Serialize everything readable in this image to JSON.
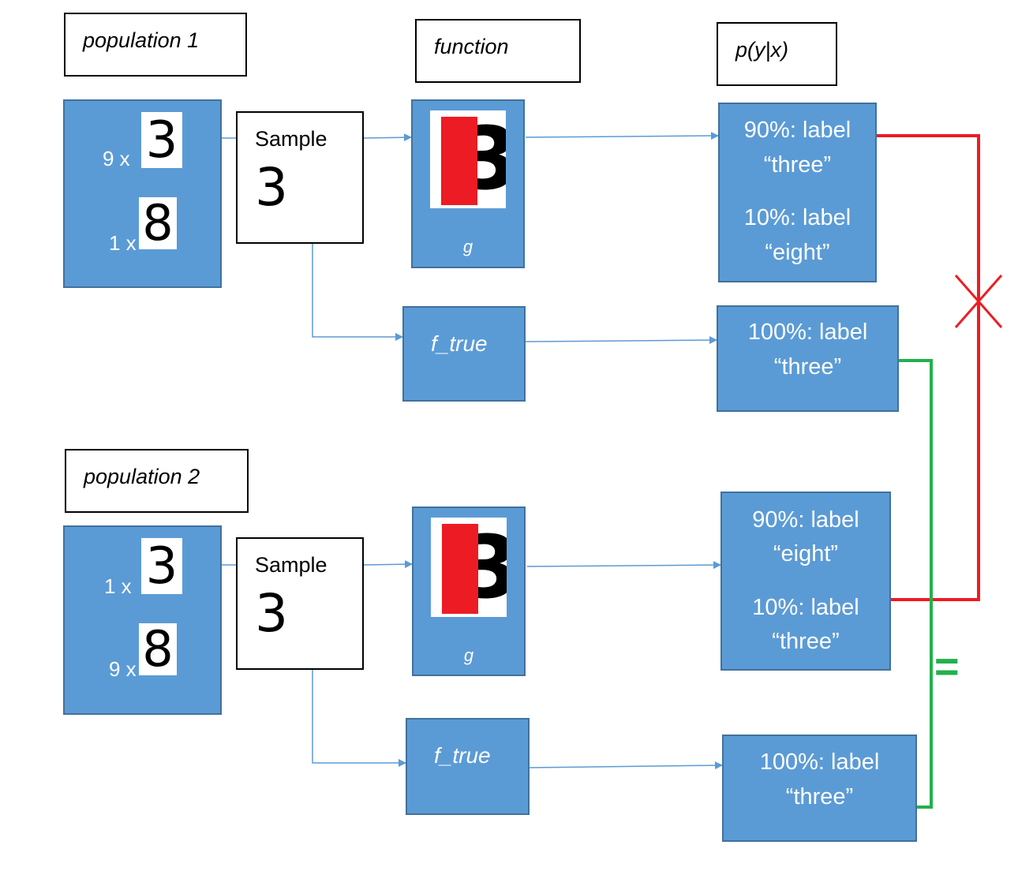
{
  "headers": {
    "population1": "population 1",
    "function": "function",
    "pyx": "p(y|x)",
    "population2": "population 2"
  },
  "population1": {
    "row1_count": "9 x",
    "row1_digit": "3",
    "row2_count": "1 x",
    "row2_digit": "8"
  },
  "population2": {
    "row1_count": "1 x",
    "row1_digit": "3",
    "row2_count": "9 x",
    "row2_digit": "8"
  },
  "sample1": {
    "label": "Sample",
    "digit": "3"
  },
  "sample2": {
    "label": "Sample",
    "digit": "3"
  },
  "g1": {
    "label": "g",
    "image_digit": "3"
  },
  "g2": {
    "label": "g",
    "image_digit": "3"
  },
  "ftrue1": {
    "label": "f_true"
  },
  "ftrue2": {
    "label": "f_true"
  },
  "out_g1": {
    "line1": "90%: label",
    "line2": "“three”",
    "line3": "10%: label",
    "line4": "“eight”"
  },
  "out_f1": {
    "line1": "100%: label",
    "line2": "“three”"
  },
  "out_g2": {
    "line1": "90%: label",
    "line2": "“eight”",
    "line3": "10%: label",
    "line4": "“three”"
  },
  "out_f2": {
    "line1": "100%: label",
    "line2": "“three”"
  },
  "equal_symbol": "=",
  "colors": {
    "box_fill": "#5b9bd5",
    "box_border": "#41719c",
    "arrow": "#5b9bd5",
    "not_equal": "#ed1c24",
    "equal": "#22b14c",
    "occlusion": "#ed1c24"
  }
}
